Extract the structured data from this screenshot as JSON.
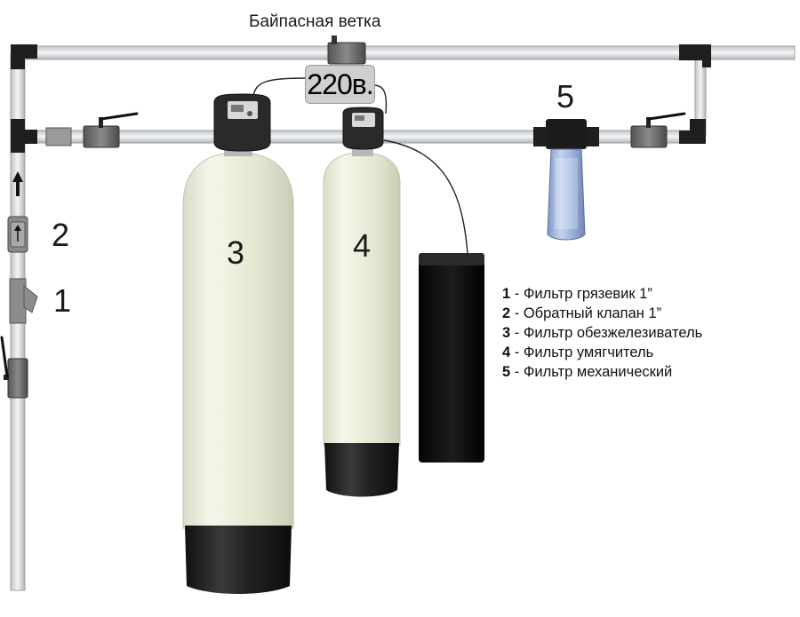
{
  "diagram": {
    "bypass_label": "Байпасная ветка",
    "voltage_label": "220в.",
    "numbers": {
      "n1": "1",
      "n2": "2",
      "n3": "3",
      "n4": "4",
      "n5": "5"
    },
    "legend": [
      {
        "num": "1",
        "text": " - Фильтр грязевик 1”"
      },
      {
        "num": "2",
        "text": " - Обратный клапан 1”"
      },
      {
        "num": "3",
        "text": " - Фильтр обезжелезиватель"
      },
      {
        "num": "4",
        "text": " - Фильтр умягчитель"
      },
      {
        "num": "5",
        "text": " - Фильтр  механический"
      }
    ]
  }
}
